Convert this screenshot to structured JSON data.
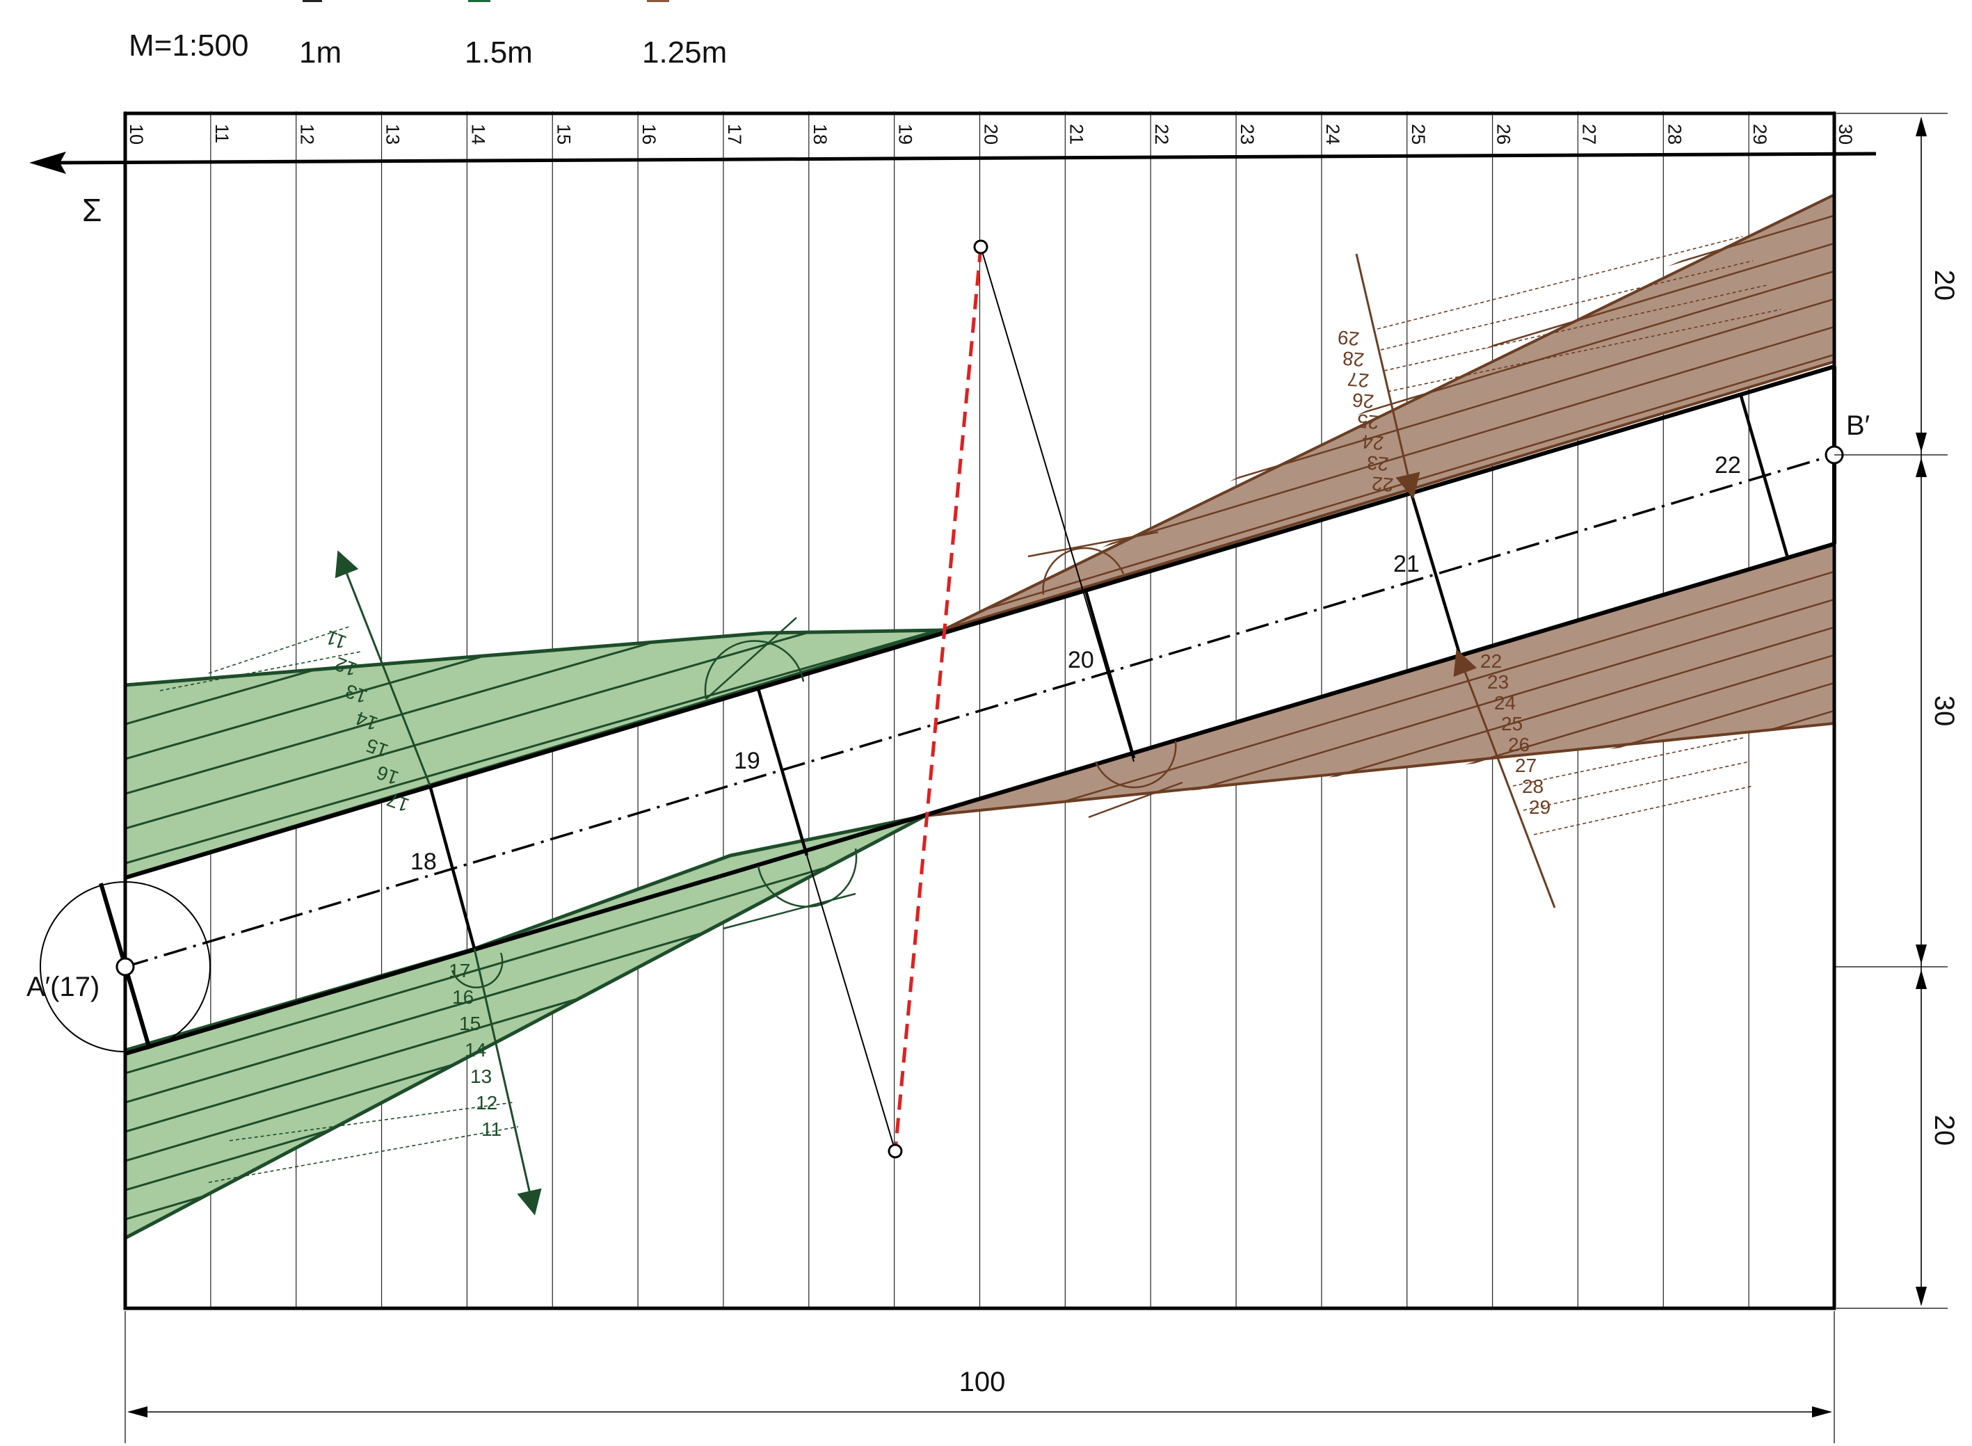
{
  "scale_label": "M=1:500",
  "legend": [
    {
      "label": "1m",
      "color": "#222222"
    },
    {
      "label": "1.5m",
      "color": "#1d6b3a"
    },
    {
      "label": "1.25m",
      "color": "#8a5a3c"
    }
  ],
  "grid_columns": [
    "10",
    "11",
    "12",
    "13",
    "14",
    "15",
    "16",
    "17",
    "18",
    "19",
    "20",
    "21",
    "22",
    "23",
    "24",
    "25",
    "26",
    "27",
    "28",
    "29",
    "30"
  ],
  "sigma_label": "Σ",
  "points": {
    "a": "A′(17)",
    "b": "B′"
  },
  "profile_labels": [
    "18",
    "19",
    "20",
    "21",
    "22"
  ],
  "dimensions": {
    "bottom": "100",
    "right": [
      "20",
      "30",
      "20"
    ]
  },
  "fill_scale": {
    "top": [
      "11",
      "12",
      "13",
      "14",
      "15",
      "16",
      "17"
    ],
    "bottom": [
      "17",
      "16",
      "15",
      "14",
      "13",
      "12",
      "11"
    ]
  },
  "cut_scale": {
    "top": [
      "29",
      "28",
      "27",
      "26",
      "25",
      "24",
      "23",
      "22"
    ],
    "bottom": [
      "22",
      "23",
      "24",
      "25",
      "26",
      "27",
      "28",
      "29"
    ]
  },
  "colors": {
    "fill_green": "#a8cba0",
    "fill_edge": "#1d4d2a",
    "cut_brown": "#b09280",
    "cut_edge": "#6b3e23",
    "zero_line": "#e02020"
  }
}
